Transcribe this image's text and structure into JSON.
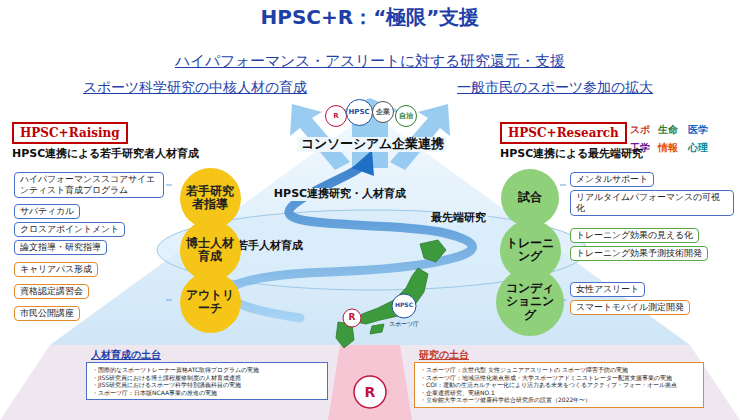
{
  "diagram": {
    "title": "HPSC+R：“極限”支援",
    "nodes": [
      {
        "text": [
          "R"
        ]
      },
      {
        "text": [
          "HPSC"
        ]
      },
      {
        "text": [
          "企業"
        ]
      },
      {
        "text": [
          "自治"
        ]
      },
      {
        "text": [
          "HPSC+Raising",
          "HPSC連携による若手研究者人材育成"
        ]
      },
      {
        "text": [
          "HPSC+Research",
          "HPSC連携による最先端研究"
        ]
      },
      {
        "text": [
          "若手研究者指導"
        ]
      },
      {
        "text": [
          "博士人材育成"
        ]
      },
      {
        "text": [
          "アウトリーチ"
        ]
      },
      {
        "text": [
          "ハイパフォーマンススコアサイエンティスト育成プログラム"
        ]
      },
      {
        "text": [
          "サバティカル"
        ]
      },
      {
        "text": [
          "クロスアポイントメント"
        ]
      },
      {
        "text": [
          "論文指導・研究指導"
        ]
      },
      {
        "text": [
          "キャリアパス形成"
        ]
      },
      {
        "text": [
          "資格認定講習会"
        ]
      },
      {
        "text": [
          "市民公開講座"
        ]
      },
      {
        "text": [
          "試合"
        ]
      },
      {
        "text": [
          "トレーニング"
        ]
      },
      {
        "text": [
          "コンディショニング"
        ]
      },
      {
        "text": [
          "メンタルサポート"
        ]
      },
      {
        "text": [
          "リアルタイムパフォーマンスの可視化"
        ]
      },
      {
        "text": [
          "トレーニング効果の見える化"
        ]
      },
      {
        "text": [
          "トレーニング効果予測技術開発"
        ]
      },
      {
        "text": [
          "女性アスリート"
        ]
      },
      {
        "text": [
          "スマートモバイル測定開発"
        ]
      },
      {
        "text": [
          "人材育成の土台",
          "・国際的なスポーツトレーナー資格ATC取得プログラムの実施",
          "・JISS研究員における博士課程履修制度の人材育成連携",
          "・JISS研究員におけるスポーツ科学特別講義科目の実施",
          "・スポーツ庁：日本版NCAA事業の推進の実施"
        ]
      },
      {
        "text": [
          "研究の土台",
          "・スポーツ庁：次世代型 女性ジュニアアスリートの スポーツ障害予防の実施",
          "・スポーツ庁：地域活性化拠点形成・大学スポーツアドミニストレーター配置支援事業の実施",
          "・COI：運動の生活カルチャー化により活力ある未来をつくるアクティブ・フォー・オール拠点",
          "・企業連携研究、実績NO.1",
          "・立命館大学スポーツ健康科学総合研究所の設置（2022年〜）"
        ]
      }
    ],
    "labels": [
      "ハイパフォーマンス・アスリートに対する研究還元・支援",
      "スポーツ科学研究の中核人材の育成",
      "一般市民のスポーツ参加の拡大",
      "コンソーシアム企業連携",
      "HPSC連携研究・人材育成",
      "最先端研究",
      "若手人材育成",
      "スポ",
      "生命",
      "医学",
      "工学",
      "情報",
      "心理",
      "HPSC",
      "R",
      "スポーツ庁",
      "R"
    ]
  }
}
